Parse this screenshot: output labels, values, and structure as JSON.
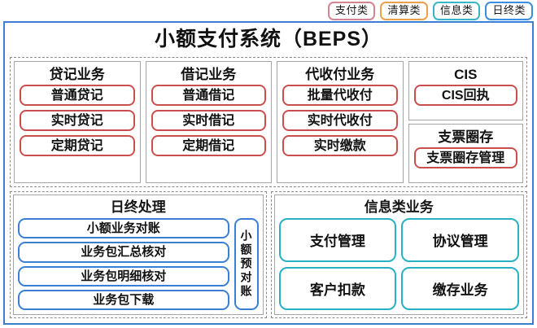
{
  "legend": {
    "items": [
      {
        "label": "支付类",
        "color": "#d4848f",
        "key": "pay"
      },
      {
        "label": "清算类",
        "color": "#eda04a",
        "key": "clear"
      },
      {
        "label": "信息类",
        "color": "#36b6c6",
        "key": "info"
      },
      {
        "label": "日终类",
        "color": "#3a8fe0",
        "key": "eod"
      }
    ]
  },
  "diagram": {
    "title": "小额支付系统（BEPS）",
    "frame_color": "#3a7fd5",
    "groups": [
      {
        "title": "贷记业务",
        "accent": "#c94f4f",
        "items": [
          "普通贷记",
          "实时贷记",
          "定期贷记"
        ]
      },
      {
        "title": "借记业务",
        "accent": "#c94f4f",
        "items": [
          "普通借记",
          "实时借记",
          "定期借记"
        ]
      },
      {
        "title": "代收付业务",
        "accent": "#c94f4f",
        "items": [
          "批量代收付",
          "实时代收付",
          "实时缴款"
        ]
      }
    ],
    "stacked_groups": [
      {
        "title": "CIS",
        "accent": "#c94f4f",
        "items": [
          "CIS回执"
        ]
      },
      {
        "title": "支票圈存",
        "accent": "#c94f4f",
        "items": [
          "支票圈存管理"
        ]
      }
    ],
    "eod_panel": {
      "title": "日终处理",
      "accent": "#3a7fd5",
      "items": [
        "小额业务对账",
        "业务包汇总核对",
        "业务包明细核对",
        "业务包下载"
      ],
      "side_item": "小额预对账"
    },
    "info_panel": {
      "title": "信息类业务",
      "accent": "#2ab0c4",
      "items": [
        "支付管理",
        "协议管理",
        "客户扣款",
        "缴存业务"
      ]
    }
  }
}
